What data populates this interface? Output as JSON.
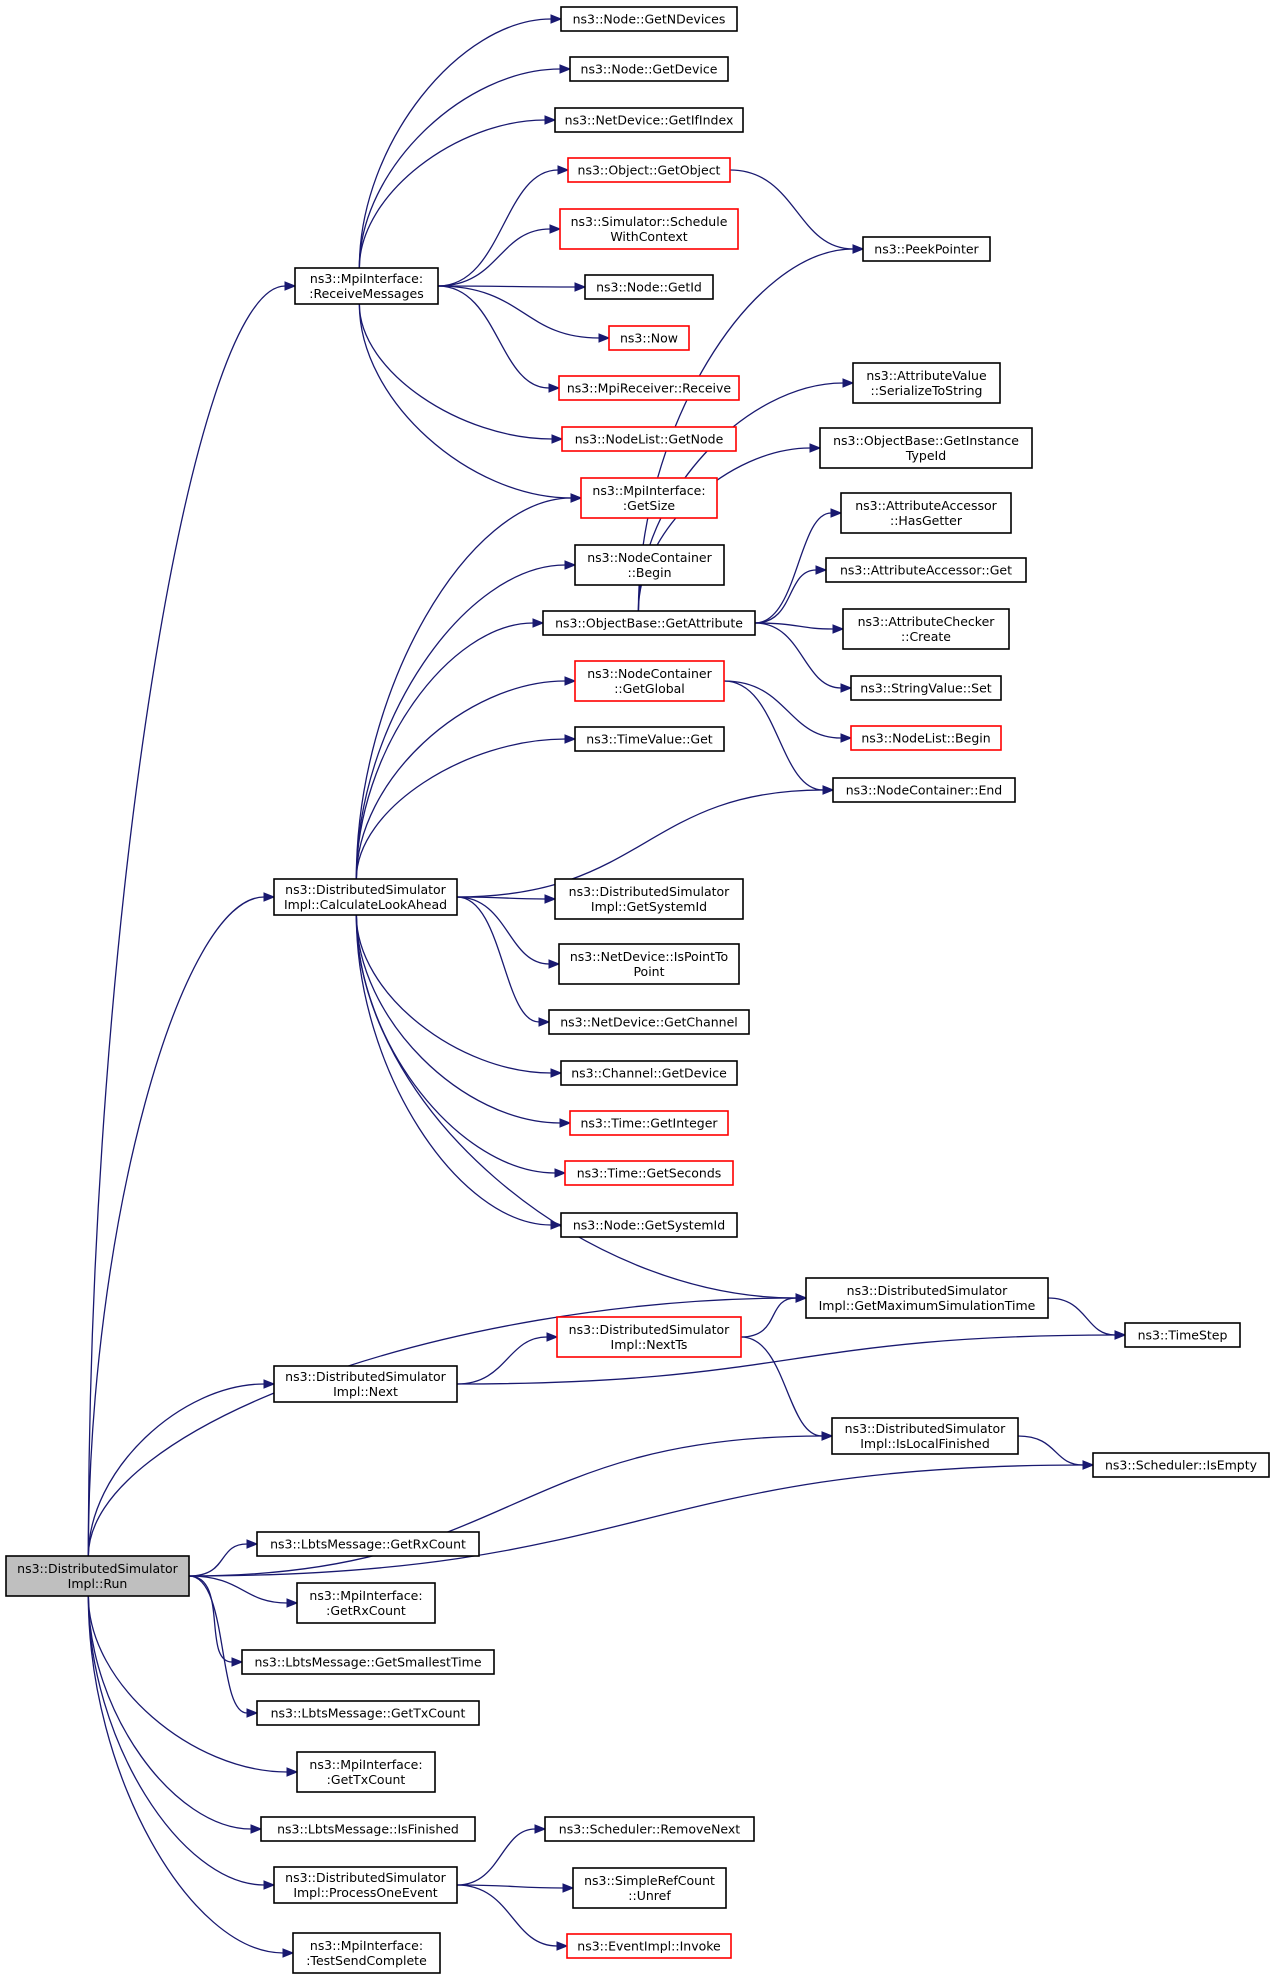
{
  "colors": {
    "edge": "#191970",
    "border_normal": "#000000",
    "border_truncated": "#ff0000",
    "root_fill": "#bfbfbf",
    "node_fill": "#ffffff"
  },
  "nodes": [
    {
      "id": "run",
      "lines": [
        "ns3::DistributedSimulator",
        "Impl::Run"
      ],
      "style": "root"
    },
    {
      "id": "recv",
      "lines": [
        "ns3::MpiInterface:",
        ":ReceiveMessages"
      ],
      "style": "normal"
    },
    {
      "id": "calc",
      "lines": [
        "ns3::DistributedSimulator",
        "Impl::CalculateLookAhead"
      ],
      "style": "normal"
    },
    {
      "id": "next",
      "lines": [
        "ns3::DistributedSimulator",
        "Impl::Next"
      ],
      "style": "normal"
    },
    {
      "id": "getMax",
      "lines": [
        "ns3::DistributedSimulator",
        "Impl::GetMaximumSimulationTime"
      ],
      "style": "normal"
    },
    {
      "id": "isLocal",
      "lines": [
        "ns3::DistributedSimulator",
        "Impl::IsLocalFinished"
      ],
      "style": "normal"
    },
    {
      "id": "schedEmpty",
      "lines": [
        "ns3::Scheduler::IsEmpty"
      ],
      "style": "normal"
    },
    {
      "id": "lbtsRx",
      "lines": [
        "ns3::LbtsMessage::GetRxCount"
      ],
      "style": "normal"
    },
    {
      "id": "mpiRx",
      "lines": [
        "ns3::MpiInterface:",
        ":GetRxCount"
      ],
      "style": "normal"
    },
    {
      "id": "lbtsSmall",
      "lines": [
        "ns3::LbtsMessage::GetSmallestTime"
      ],
      "style": "normal"
    },
    {
      "id": "lbtsTx",
      "lines": [
        "ns3::LbtsMessage::GetTxCount"
      ],
      "style": "normal"
    },
    {
      "id": "mpiTx",
      "lines": [
        "ns3::MpiInterface:",
        ":GetTxCount"
      ],
      "style": "normal"
    },
    {
      "id": "lbtsFin",
      "lines": [
        "ns3::LbtsMessage::IsFinished"
      ],
      "style": "normal"
    },
    {
      "id": "procOne",
      "lines": [
        "ns3::DistributedSimulator",
        "Impl::ProcessOneEvent"
      ],
      "style": "normal"
    },
    {
      "id": "testSend",
      "lines": [
        "ns3::MpiInterface:",
        ":TestSendComplete"
      ],
      "style": "normal"
    },
    {
      "id": "nodeNDev",
      "lines": [
        "ns3::Node::GetNDevices"
      ],
      "style": "normal"
    },
    {
      "id": "nodeDev",
      "lines": [
        "ns3::Node::GetDevice"
      ],
      "style": "normal"
    },
    {
      "id": "ifIndex",
      "lines": [
        "ns3::NetDevice::GetIfIndex"
      ],
      "style": "normal"
    },
    {
      "id": "getObj",
      "lines": [
        "ns3::Object::GetObject"
      ],
      "style": "truncated"
    },
    {
      "id": "schedCtx",
      "lines": [
        "ns3::Simulator::Schedule",
        "WithContext"
      ],
      "style": "truncated"
    },
    {
      "id": "nodeId",
      "lines": [
        "ns3::Node::GetId"
      ],
      "style": "normal"
    },
    {
      "id": "now",
      "lines": [
        "ns3::Now"
      ],
      "style": "truncated"
    },
    {
      "id": "mpiRecv",
      "lines": [
        "ns3::MpiReceiver::Receive"
      ],
      "style": "truncated"
    },
    {
      "id": "nlGetNode",
      "lines": [
        "ns3::NodeList::GetNode"
      ],
      "style": "truncated"
    },
    {
      "id": "mpiSize",
      "lines": [
        "ns3::MpiInterface:",
        ":GetSize"
      ],
      "style": "truncated"
    },
    {
      "id": "ncBegin",
      "lines": [
        "ns3::NodeContainer",
        "::Begin"
      ],
      "style": "normal"
    },
    {
      "id": "obGetAttr",
      "lines": [
        "ns3::ObjectBase::GetAttribute"
      ],
      "style": "normal"
    },
    {
      "id": "ncGlobal",
      "lines": [
        "ns3::NodeContainer",
        "::GetGlobal"
      ],
      "style": "truncated"
    },
    {
      "id": "tvGet",
      "lines": [
        "ns3::TimeValue::Get"
      ],
      "style": "normal"
    },
    {
      "id": "ncEnd",
      "lines": [
        "ns3::NodeContainer::End"
      ],
      "style": "normal"
    },
    {
      "id": "peek",
      "lines": [
        "ns3::PeekPointer"
      ],
      "style": "normal"
    },
    {
      "id": "avSer",
      "lines": [
        "ns3::AttributeValue",
        "::SerializeToString"
      ],
      "style": "normal"
    },
    {
      "id": "obInst",
      "lines": [
        "ns3::ObjectBase::GetInstance",
        "TypeId"
      ],
      "style": "normal"
    },
    {
      "id": "aaHas",
      "lines": [
        "ns3::AttributeAccessor",
        "::HasGetter"
      ],
      "style": "normal"
    },
    {
      "id": "aaGet",
      "lines": [
        "ns3::AttributeAccessor::Get"
      ],
      "style": "normal"
    },
    {
      "id": "acCreate",
      "lines": [
        "ns3::AttributeChecker",
        "::Create"
      ],
      "style": "normal"
    },
    {
      "id": "svSet",
      "lines": [
        "ns3::StringValue::Set"
      ],
      "style": "normal"
    },
    {
      "id": "nlBegin",
      "lines": [
        "ns3::NodeList::Begin"
      ],
      "style": "truncated"
    },
    {
      "id": "getSysId",
      "lines": [
        "ns3::DistributedSimulator",
        "Impl::GetSystemId"
      ],
      "style": "normal"
    },
    {
      "id": "isP2P",
      "lines": [
        "ns3::NetDevice::IsPointTo",
        "Point"
      ],
      "style": "normal"
    },
    {
      "id": "getChan",
      "lines": [
        "ns3::NetDevice::GetChannel"
      ],
      "style": "normal"
    },
    {
      "id": "chanDev",
      "lines": [
        "ns3::Channel::GetDevice"
      ],
      "style": "normal"
    },
    {
      "id": "timeInt",
      "lines": [
        "ns3::Time::GetInteger"
      ],
      "style": "truncated"
    },
    {
      "id": "timeSec",
      "lines": [
        "ns3::Time::GetSeconds"
      ],
      "style": "truncated"
    },
    {
      "id": "nodeSysId",
      "lines": [
        "ns3::Node::GetSystemId"
      ],
      "style": "normal"
    },
    {
      "id": "nextTs",
      "lines": [
        "ns3::DistributedSimulator",
        "Impl::NextTs"
      ],
      "style": "truncated"
    },
    {
      "id": "timeStep",
      "lines": [
        "ns3::TimeStep"
      ],
      "style": "normal"
    },
    {
      "id": "schedRem",
      "lines": [
        "ns3::Scheduler::RemoveNext"
      ],
      "style": "normal"
    },
    {
      "id": "srcUnref",
      "lines": [
        "ns3::SimpleRefCount",
        "::Unref"
      ],
      "style": "normal"
    },
    {
      "id": "evInvoke",
      "lines": [
        "ns3::EventImpl::Invoke"
      ],
      "style": "truncated"
    }
  ],
  "edges": [
    [
      "run",
      "recv"
    ],
    [
      "run",
      "calc"
    ],
    [
      "run",
      "getMax"
    ],
    [
      "run",
      "next"
    ],
    [
      "run",
      "isLocal"
    ],
    [
      "run",
      "schedEmpty"
    ],
    [
      "run",
      "lbtsRx"
    ],
    [
      "run",
      "mpiRx"
    ],
    [
      "run",
      "lbtsSmall"
    ],
    [
      "run",
      "lbtsTx"
    ],
    [
      "run",
      "mpiTx"
    ],
    [
      "run",
      "lbtsFin"
    ],
    [
      "run",
      "procOne"
    ],
    [
      "run",
      "testSend"
    ],
    [
      "recv",
      "nodeNDev"
    ],
    [
      "recv",
      "nodeDev"
    ],
    [
      "recv",
      "ifIndex"
    ],
    [
      "recv",
      "getObj"
    ],
    [
      "recv",
      "schedCtx"
    ],
    [
      "recv",
      "nodeId"
    ],
    [
      "recv",
      "now"
    ],
    [
      "recv",
      "mpiRecv"
    ],
    [
      "recv",
      "nlGetNode"
    ],
    [
      "recv",
      "mpiSize"
    ],
    [
      "getObj",
      "peek"
    ],
    [
      "calc",
      "mpiSize"
    ],
    [
      "calc",
      "ncBegin"
    ],
    [
      "calc",
      "obGetAttr"
    ],
    [
      "calc",
      "ncGlobal"
    ],
    [
      "calc",
      "tvGet"
    ],
    [
      "calc",
      "ncEnd"
    ],
    [
      "calc",
      "getMax"
    ],
    [
      "calc",
      "getSysId"
    ],
    [
      "calc",
      "isP2P"
    ],
    [
      "calc",
      "getChan"
    ],
    [
      "calc",
      "chanDev"
    ],
    [
      "calc",
      "timeInt"
    ],
    [
      "calc",
      "timeSec"
    ],
    [
      "calc",
      "nodeSysId"
    ],
    [
      "obGetAttr",
      "peek"
    ],
    [
      "obGetAttr",
      "avSer"
    ],
    [
      "obGetAttr",
      "obInst"
    ],
    [
      "obGetAttr",
      "aaHas"
    ],
    [
      "obGetAttr",
      "aaGet"
    ],
    [
      "obGetAttr",
      "acCreate"
    ],
    [
      "obGetAttr",
      "svSet"
    ],
    [
      "ncGlobal",
      "nlBegin"
    ],
    [
      "ncGlobal",
      "ncEnd"
    ],
    [
      "next",
      "nextTs"
    ],
    [
      "next",
      "timeStep"
    ],
    [
      "nextTs",
      "getMax"
    ],
    [
      "nextTs",
      "isLocal"
    ],
    [
      "getMax",
      "timeStep"
    ],
    [
      "isLocal",
      "schedEmpty"
    ],
    [
      "procOne",
      "schedRem"
    ],
    [
      "procOne",
      "srcUnref"
    ],
    [
      "procOne",
      "evInvoke"
    ]
  ]
}
